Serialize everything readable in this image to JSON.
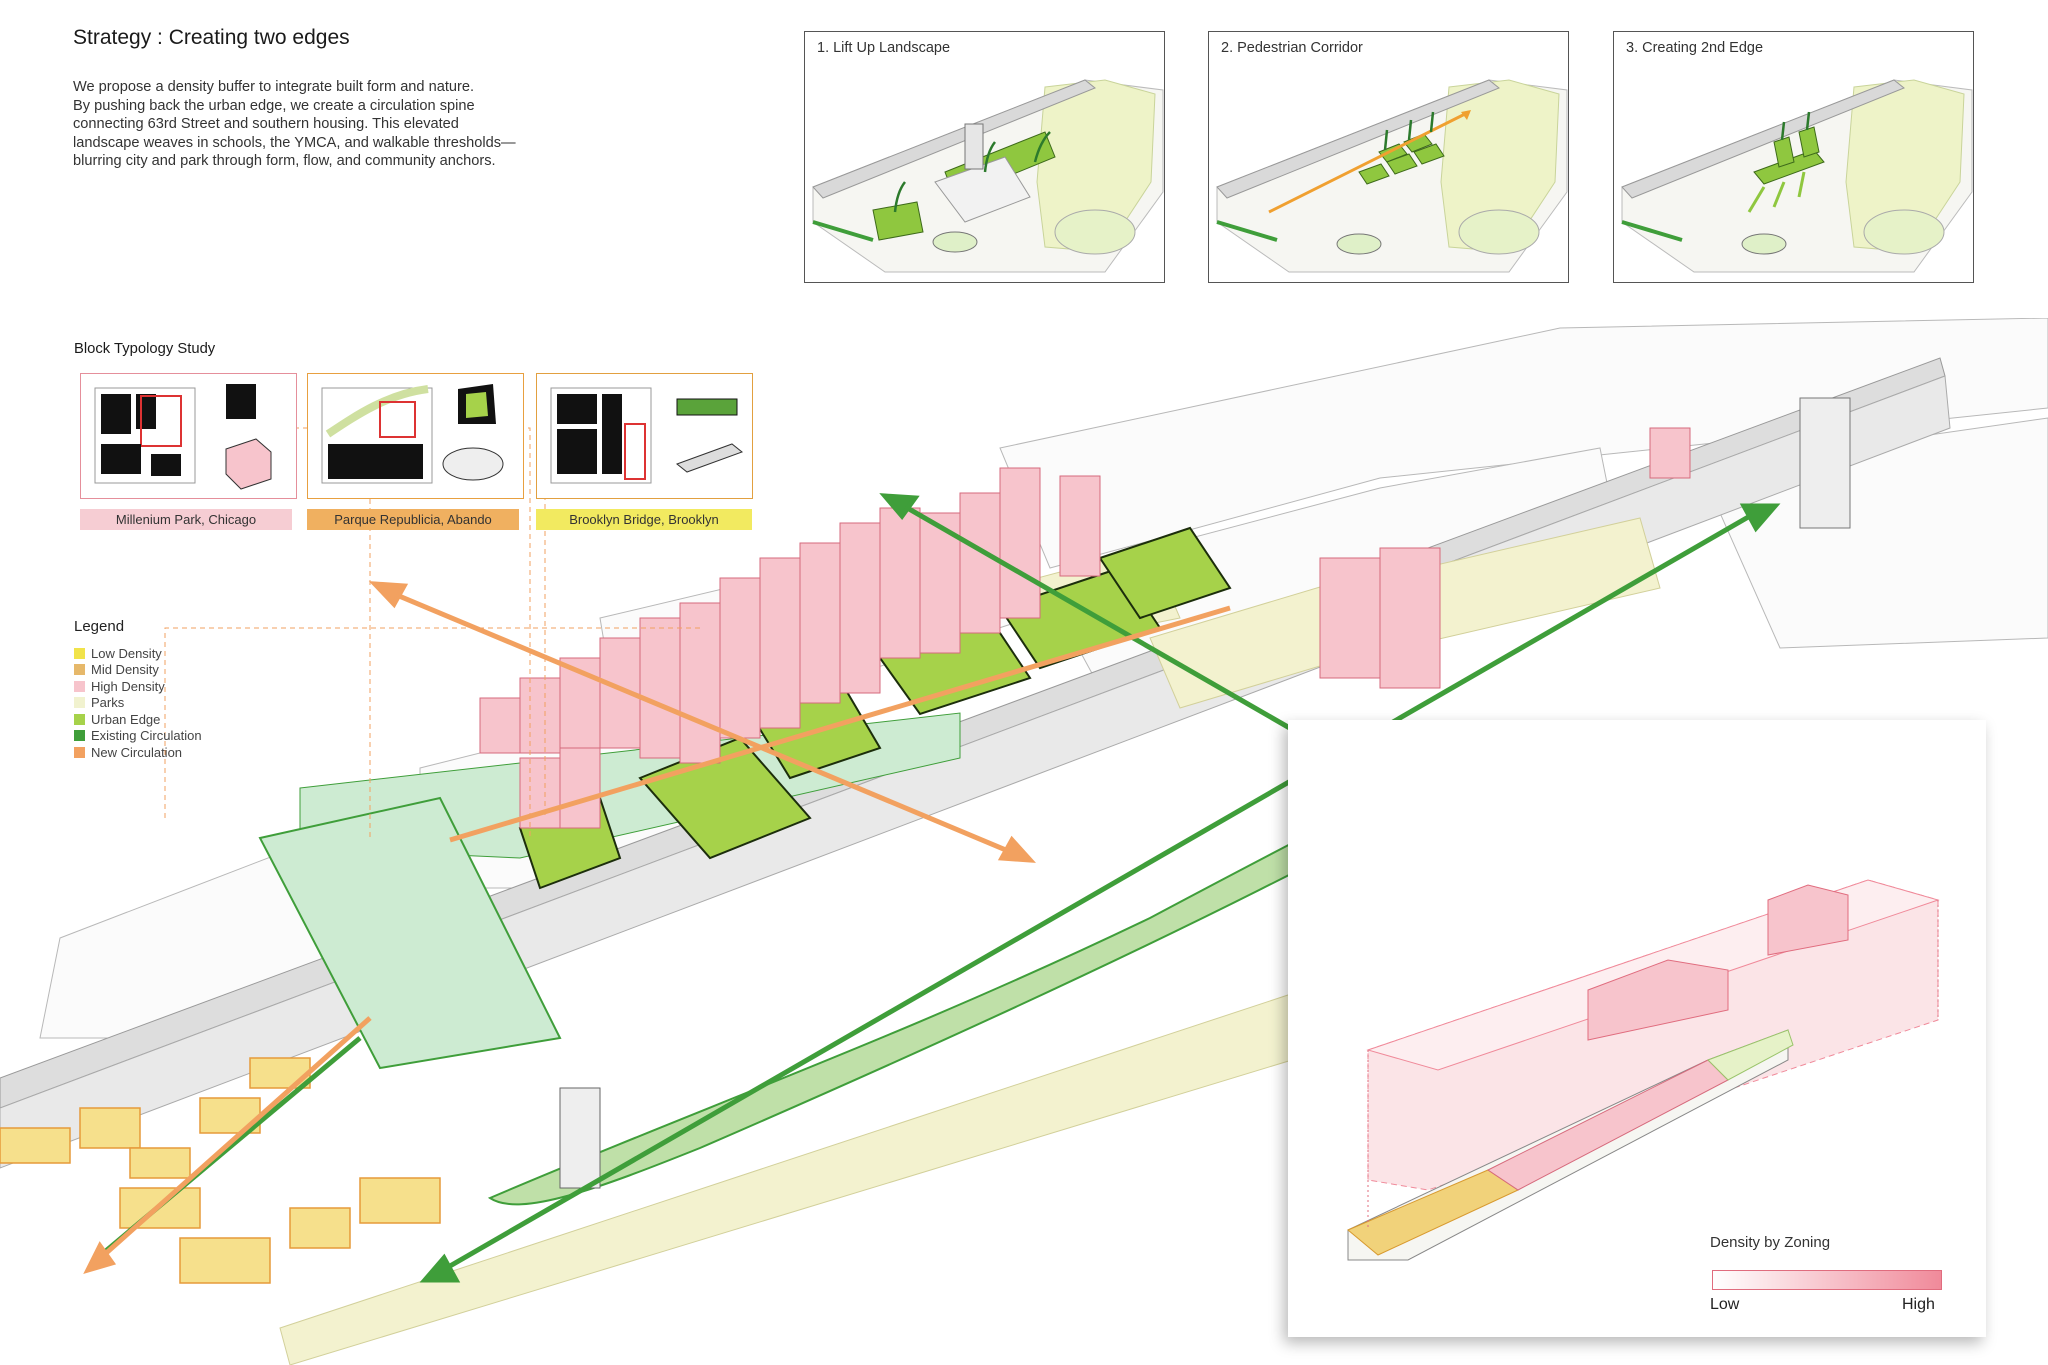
{
  "header": {
    "title": "Strategy : Creating two edges",
    "description_lines": [
      "We propose a density buffer to integrate built form and nature.",
      "By pushing back the urban edge, we create a circulation spine",
      "connecting 63rd Street and southern housing. This elevated",
      "landscape weaves in schools, the YMCA, and walkable thresholds—",
      "blurring city and park through form, flow, and community anchors."
    ]
  },
  "steps": [
    {
      "label": "1. Lift Up Landscape"
    },
    {
      "label": "2. Pedestrian Corridor"
    },
    {
      "label": "3. Creating 2nd Edge"
    }
  ],
  "typology": {
    "title": "Block Typology Study",
    "items": [
      {
        "label": "Millenium Park, Chicago",
        "color": "#f6c6cd",
        "border": "#e58f9b"
      },
      {
        "label": "Parque Republicia, Abando",
        "color": "#f0b060",
        "border": "#e8a040"
      },
      {
        "label": "Brooklyn Bridge, Brooklyn",
        "color": "#f2ea60",
        "border": "#e2a040"
      }
    ]
  },
  "legend": {
    "title": "Legend",
    "items": [
      {
        "label": "Low Density",
        "color": "#f1e34a"
      },
      {
        "label": "Mid Density",
        "color": "#e6b86a"
      },
      {
        "label": "High Density",
        "color": "#f7c4cc"
      },
      {
        "label": "Parks",
        "color": "#f1f2cf"
      },
      {
        "label": "Urban Edge",
        "color": "#a6d24a"
      },
      {
        "label": "Existing Circulation",
        "color": "#3f9e3a"
      },
      {
        "label": "New Circulation",
        "color": "#f2a160"
      }
    ]
  },
  "density_inset": {
    "title": "Density by Zoning",
    "low_label": "Low",
    "high_label": "High"
  },
  "colors": {
    "urban_edge": "#a6d24a",
    "park": "#cfe8bf",
    "existing_circulation": "#3f9e3a",
    "new_circulation": "#f2a160",
    "high_density": "#f7c4cc",
    "mid_density": "#e6b86a",
    "low_density": "#f1e34a"
  }
}
